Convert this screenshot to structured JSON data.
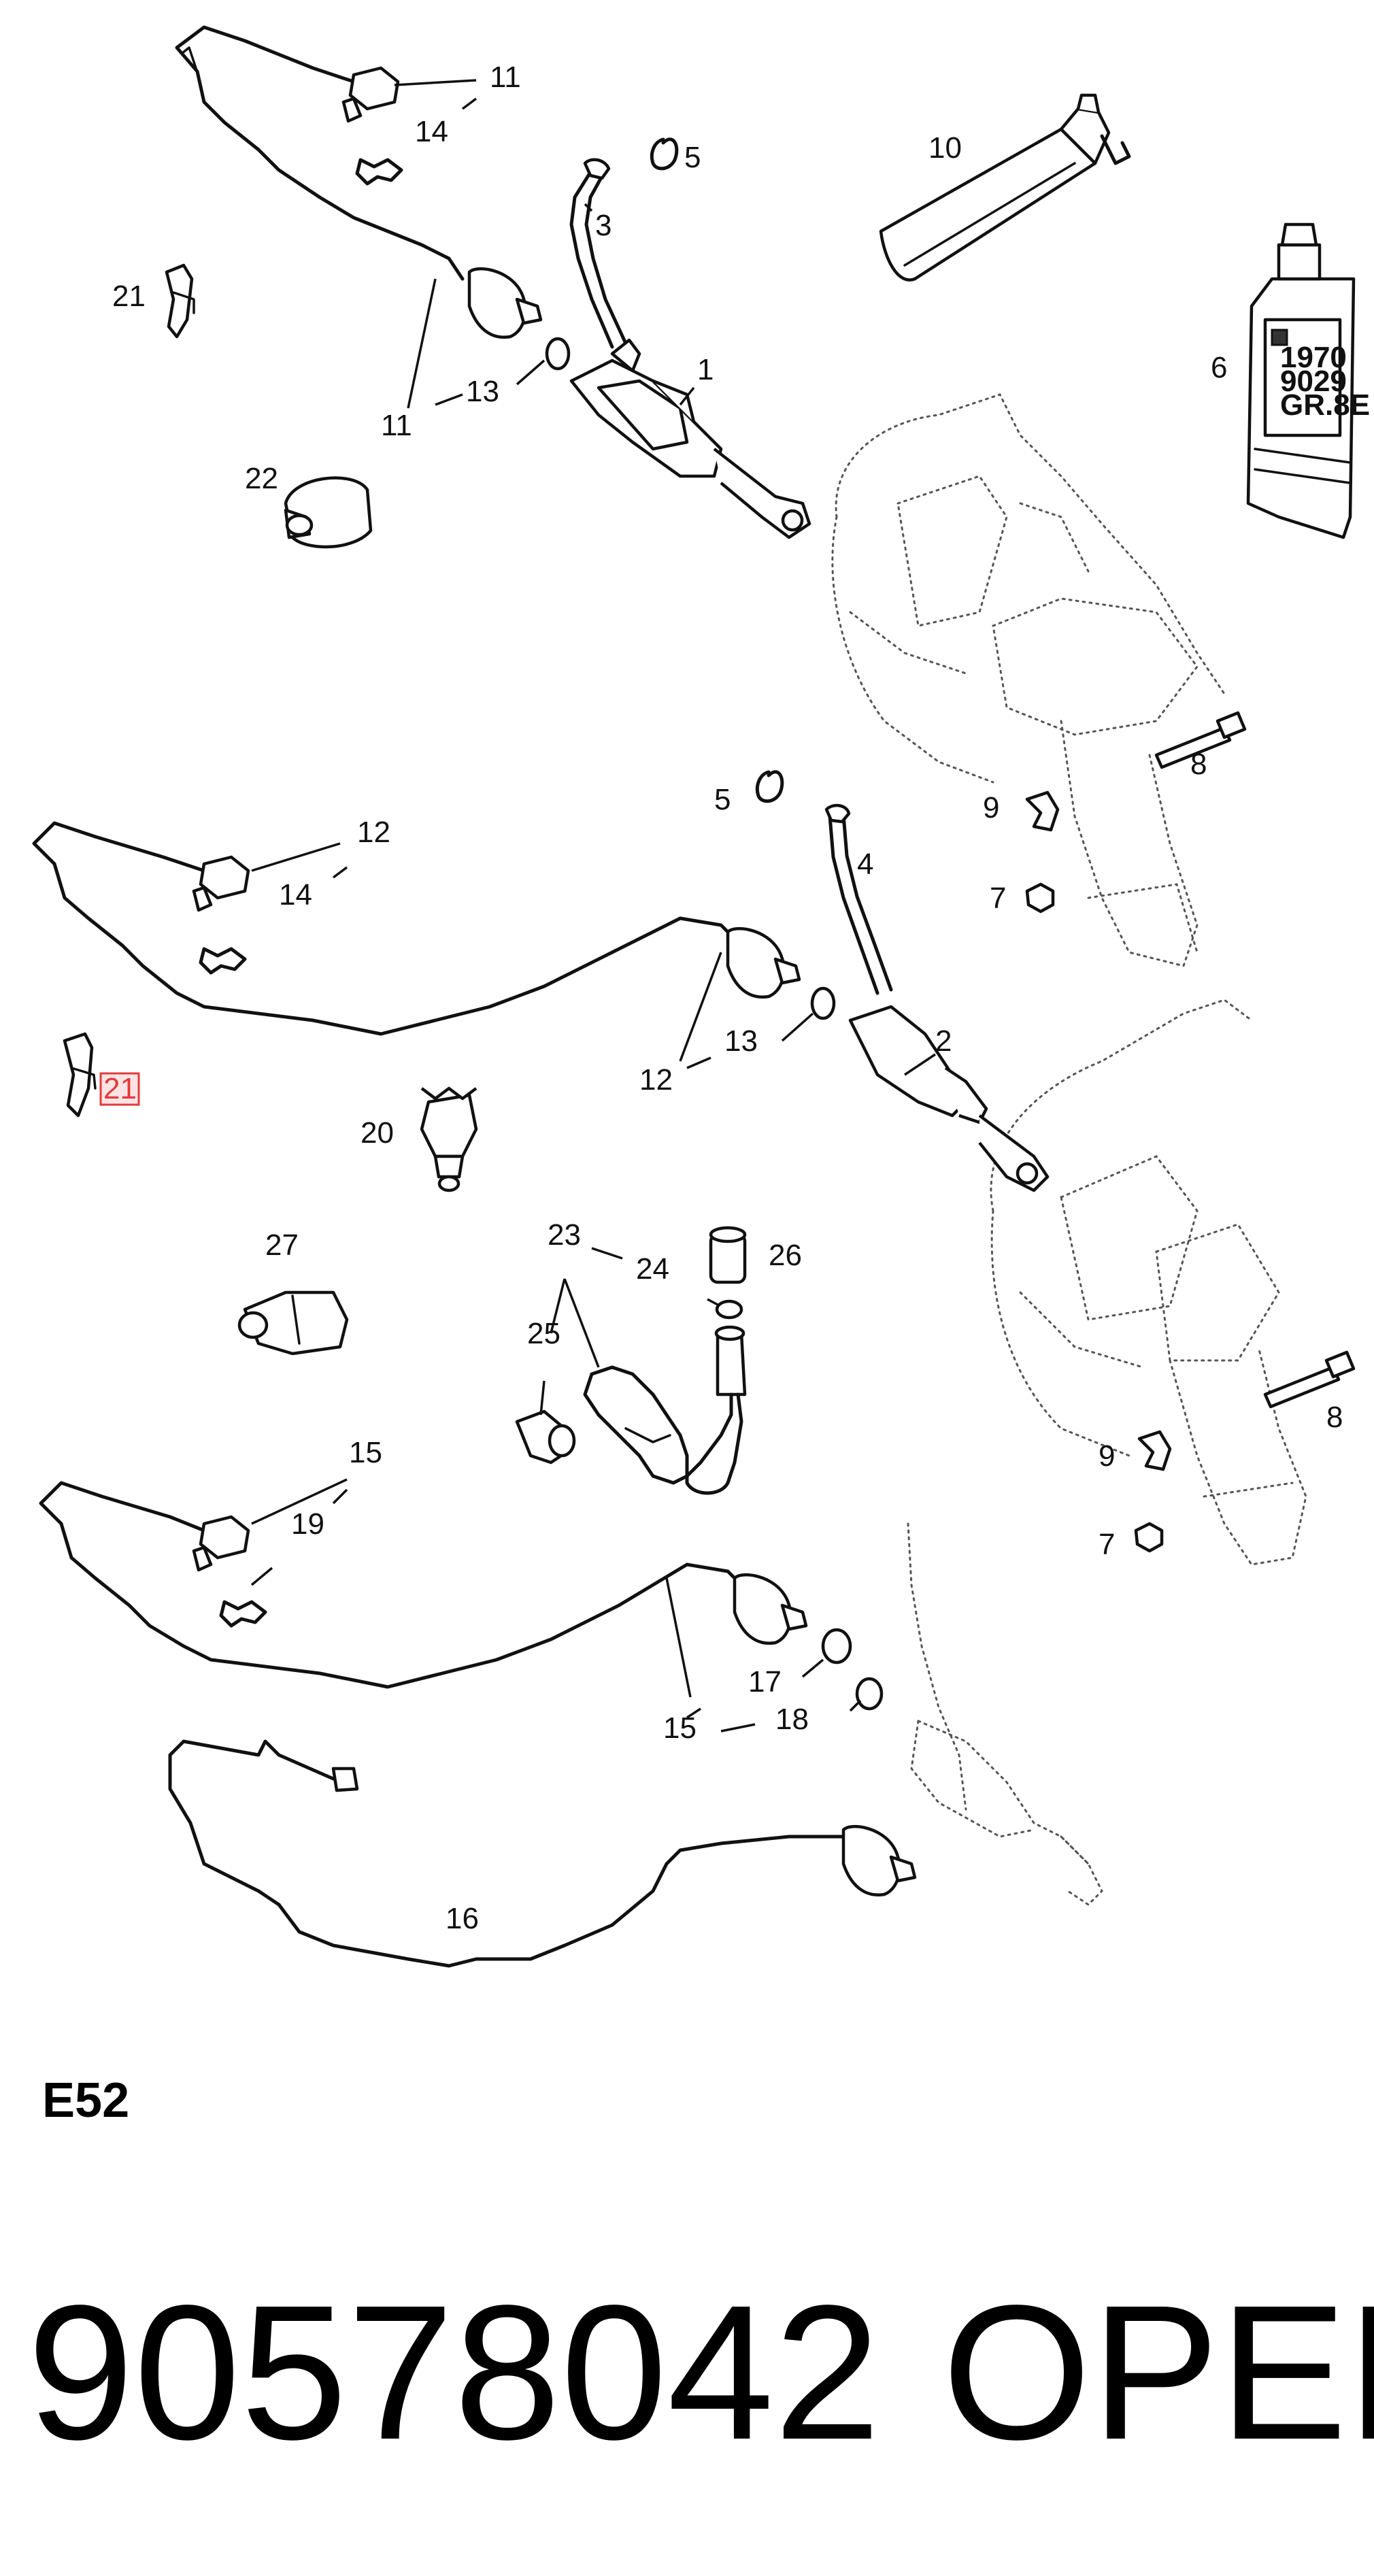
{
  "callouts": {
    "n1": "1",
    "n2": "2",
    "n3": "3",
    "n4": "4",
    "n5a": "5",
    "n5b": "5",
    "n6": "6",
    "n7a": "7",
    "n7b": "7",
    "n8a": "8",
    "n8b": "8",
    "n9a": "9",
    "n9b": "9",
    "n10": "10",
    "n11a": "11",
    "n11b": "11",
    "n12a": "12",
    "n12b": "12",
    "n13a": "13",
    "n13b": "13",
    "n14a": "14",
    "n14b": "14",
    "n15a": "15",
    "n15b": "15",
    "n16": "16",
    "n17": "17",
    "n18": "18",
    "n19": "19",
    "n20": "20",
    "n21a": "21",
    "n21b": "21",
    "n22": "22",
    "n23": "23",
    "n24": "24",
    "n25": "25",
    "n26": "26",
    "n27": "27"
  },
  "highlight": {
    "color": "#e23b3b",
    "callout": "21"
  },
  "tube_label": [
    "1970",
    "9029",
    "GR.8E"
  ],
  "section_code": "E52",
  "part_number": "90578042",
  "brand": "OPEL"
}
